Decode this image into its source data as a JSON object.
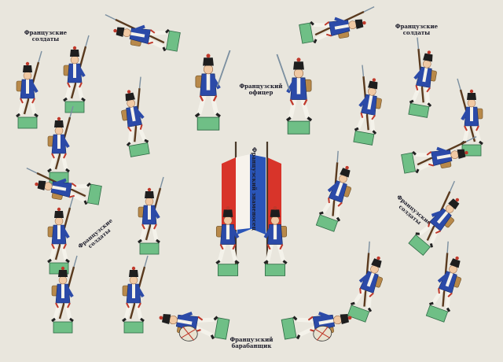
{
  "labels": {
    "soldiers_top_left": "Французские\nсолдаты",
    "soldiers_top_right": "Французские\nсолдаты",
    "officer": "Французский\nофицер",
    "standard_bearer": "Французский знаменосец",
    "soldiers_mid_left": "Французские\nсолдаты",
    "soldiers_mid_right": "Французские\nсолдаты",
    "drummer": "Французский\nбарабанщик"
  },
  "colors": {
    "paper": "#e9e6dd",
    "coat": "#2b4aa8",
    "facing": "#c0392b",
    "trouser": "#f4f2ea",
    "pack": "#b8894a",
    "base": "#6fbf86",
    "steel": "#7b8fa0",
    "flag_blue": "#2a55b8",
    "flag_red": "#d8342a"
  }
}
